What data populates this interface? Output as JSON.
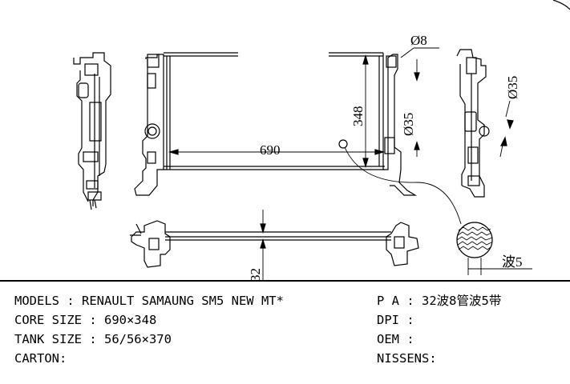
{
  "drawing": {
    "dimensions": {
      "width_partial": "690",
      "height": "348",
      "pipe_diameter_small": "Ø8",
      "pipe_diameter_front": "Ø35",
      "pipe_diameter_side": "Ø35",
      "core_thickness": "32"
    },
    "fin_label": "波5"
  },
  "specs": {
    "models": "MODELS : RENAULT SAMAUNG SM5 NEW MT*",
    "core_size": "CORE SIZE : 690×348",
    "tank_size": "TANK SIZE : 56/56×370",
    "carton": "CARTON:",
    "pa": "P A : 32波8管波5带",
    "dpi": "DPI :",
    "oem": "OEM :",
    "nissens": "NISSENS:"
  }
}
